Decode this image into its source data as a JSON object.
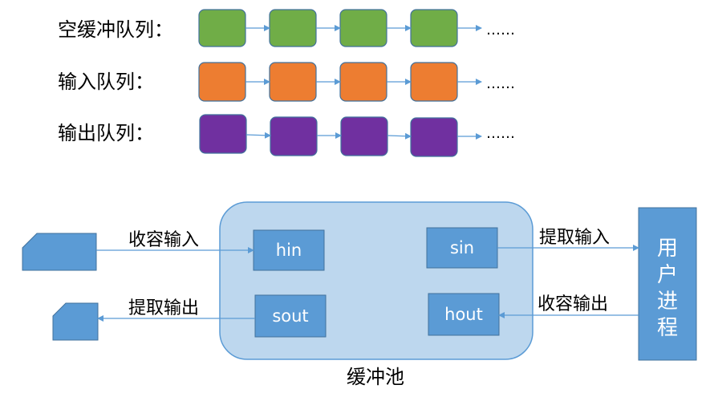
{
  "queues": [
    {
      "label": "空缓冲队列：",
      "color": "#70AD47",
      "ellipsis": "……"
    },
    {
      "label": "输入队列：",
      "color": "#ED7D31",
      "ellipsis": "……"
    },
    {
      "label": "输出队列：",
      "color": "#7030A0",
      "ellipsis": "……"
    }
  ],
  "pool": {
    "caption": "缓冲池",
    "buffers": {
      "hin": "hin",
      "sout": "sout",
      "sin": "sin",
      "hout": "hout"
    }
  },
  "flows": {
    "accept_input": "收容输入",
    "extract_output": "提取输出",
    "extract_input": "提取输入",
    "accept_output": "收容输出"
  },
  "user_process": {
    "label": "用户进程"
  },
  "colors": {
    "block_blue": "#5B9BD5",
    "pool_fill": "#BDD7EE",
    "pool_stroke": "#5B9BD5",
    "arrow": "#5B9BD5",
    "text": "#000000"
  }
}
